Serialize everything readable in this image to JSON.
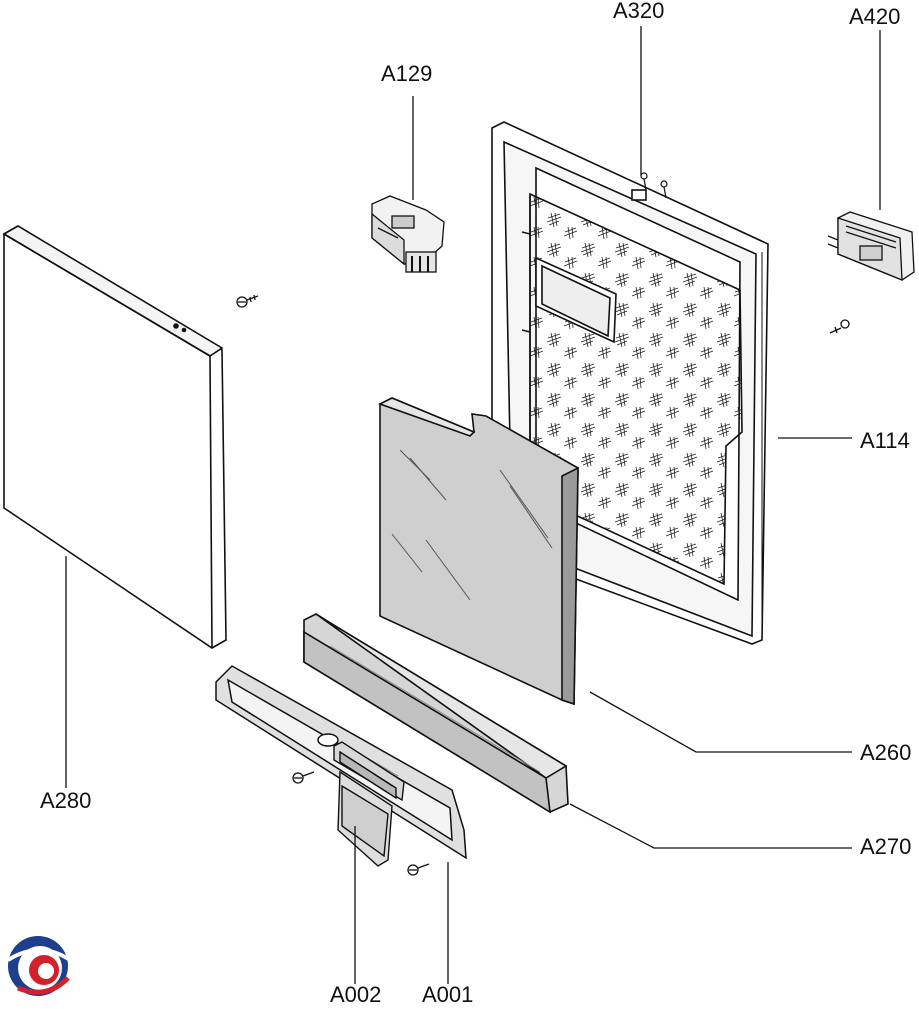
{
  "labels": {
    "a320": "A320",
    "a420": "A420",
    "a129": "A129",
    "a114": "A114",
    "a260": "A260",
    "a280": "A280",
    "a270": "A270",
    "a002": "A002",
    "a001": "A001"
  },
  "colors": {
    "line": "#111111",
    "panel_fill": "#ffffff",
    "glass_fill": "#cfcfcf",
    "trim_fill": "#d6d6d6",
    "logo_blue": "#1d3f8c",
    "logo_red": "#d4202a"
  }
}
